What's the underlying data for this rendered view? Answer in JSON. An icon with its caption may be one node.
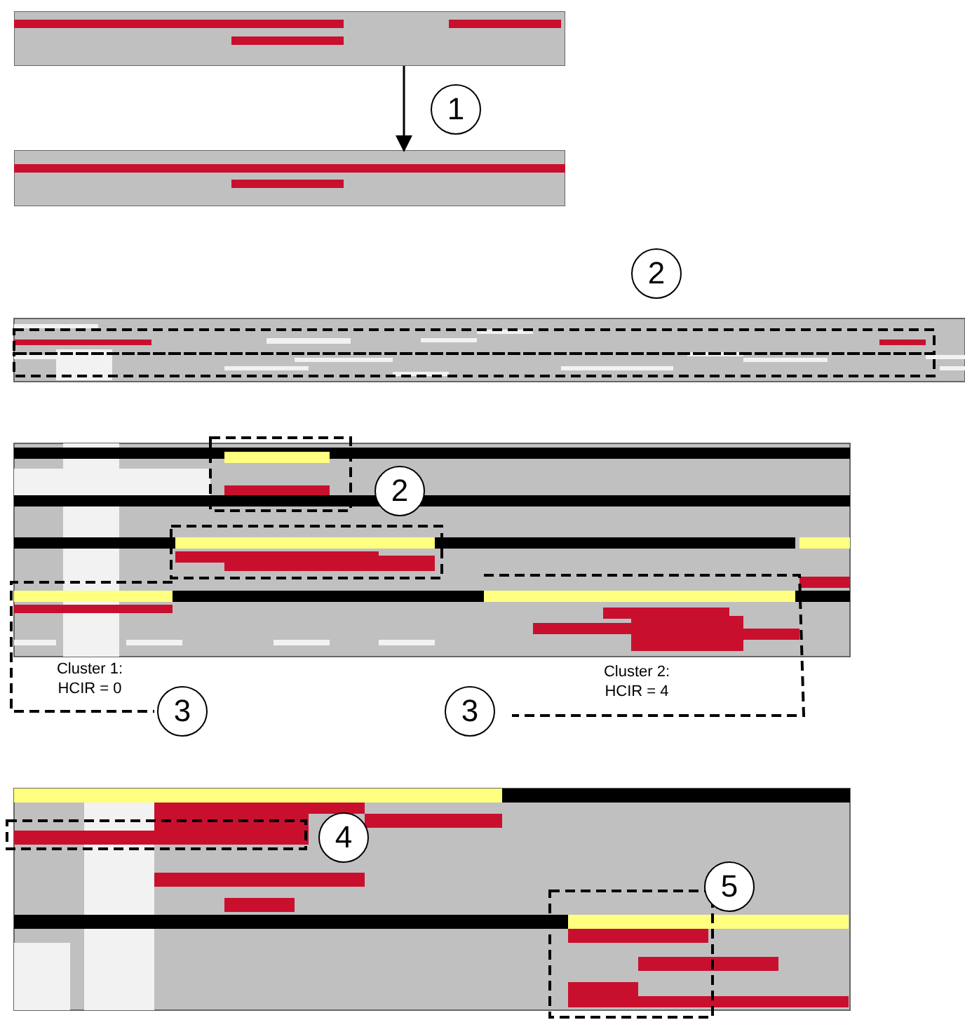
{
  "diagram": {
    "nodes": [
      {
        "text": [],
        "shape": "picture"
      },
      {
        "text": [],
        "shape": "picture"
      }
    ],
    "edges": [
      {
        "from": 0,
        "to": 1,
        "arrow": "to"
      }
    ],
    "labels": [
      "1",
      "2",
      "2",
      "Cluster 1: HCIR = 0",
      "Cluster 2: HCIR = 4",
      "3",
      "3",
      "4",
      "5"
    ]
  }
}
